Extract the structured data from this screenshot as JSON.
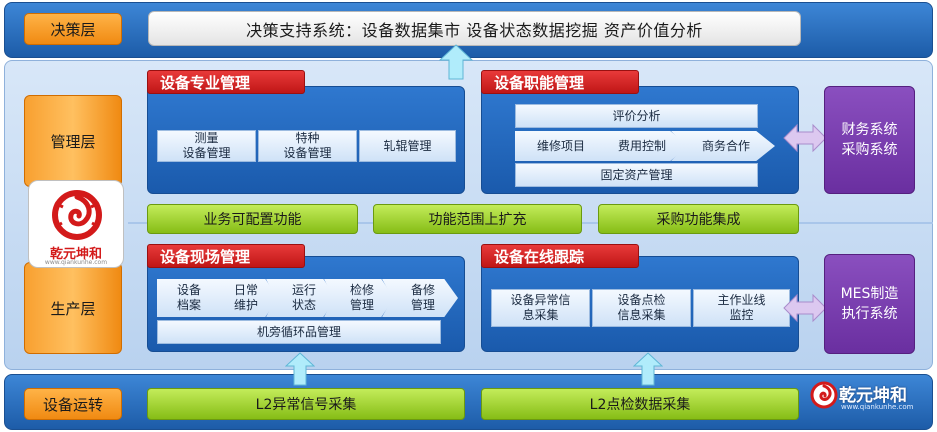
{
  "layers": {
    "decision": "决策层",
    "management": "管理层",
    "production": "生产层",
    "equipment": "设备运转"
  },
  "decision_support": "决策支持系统：设备数据集市  设备状态数据挖掘  资产价值分析",
  "professional_mgmt": {
    "title": "设备专业管理",
    "items": [
      "测量\n设备管理",
      "特种\n设备管理",
      "轧辊管理"
    ]
  },
  "functional_mgmt": {
    "title": "设备职能管理",
    "top": "评价分析",
    "flow": [
      "维修项目",
      "费用控制",
      "商务合作"
    ],
    "bottom": "固定资产管理"
  },
  "features": [
    "业务可配置功能",
    "功能范围上扩充",
    "采购功能集成"
  ],
  "site_mgmt": {
    "title": "设备现场管理",
    "flow": [
      "设备\n档案",
      "日常\n维护",
      "运行\n状态",
      "检修\n管理",
      "备修\n管理"
    ],
    "bottom": "机旁循环品管理"
  },
  "online_tracking": {
    "title": "设备在线跟踪",
    "items": [
      "设备异常信\n息采集",
      "设备点检\n信息采集",
      "主作业线\n监控"
    ]
  },
  "external_systems": {
    "finance": "财务系统\n采购系统",
    "mes": "MES制造\n执行系统"
  },
  "collection": [
    "L2异常信号采集",
    "L2点检数据采集"
  ],
  "logo": {
    "name": "乾元坤和",
    "url": "www.qiankunhe.com"
  },
  "colors": {
    "band_blue": "#2a6fc4",
    "title_red": "#d42626",
    "feature_green": "#9ed42a",
    "system_purple": "#7a3fb0",
    "layer_orange": "#f59a20",
    "arrow_cyan": "#a8e8f8"
  }
}
